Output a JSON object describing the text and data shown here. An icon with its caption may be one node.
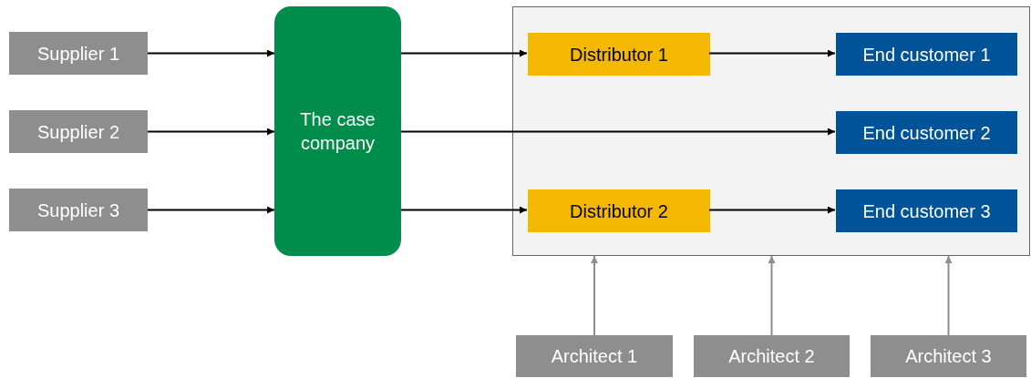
{
  "diagram": {
    "nodes": [
      {
        "text": [
          "Supplier 1"
        ]
      },
      {
        "text": [
          "Supplier 2"
        ]
      },
      {
        "text": [
          "Supplier 3"
        ]
      },
      {
        "text": [
          "The case company"
        ]
      },
      {
        "text": [],
        "shape": "box"
      },
      {
        "text": [
          "Distributor 1"
        ],
        "in": 4
      },
      {
        "text": [
          "End customer 1"
        ],
        "in": 4
      },
      {
        "text": [
          "End customer 2"
        ],
        "in": 4
      },
      {
        "text": [
          "Distributor 2"
        ],
        "in": 4
      },
      {
        "text": [
          "End customer 3"
        ],
        "in": 4
      },
      {
        "text": [
          "Architect 1"
        ]
      },
      {
        "text": [
          "Architect 2"
        ]
      },
      {
        "text": [
          "Architect 3"
        ]
      }
    ],
    "edges": [
      {
        "from": 0,
        "to": 3,
        "arrow": "to"
      },
      {
        "from": 1,
        "to": 3,
        "arrow": "to"
      },
      {
        "from": 2,
        "to": 3,
        "arrow": "to"
      },
      {
        "from": 3,
        "to": 5,
        "arrow": "to"
      },
      {
        "from": 3,
        "to": 7,
        "arrow": "to"
      },
      {
        "from": 3,
        "to": 8,
        "arrow": "to"
      },
      {
        "from": 5,
        "to": 6,
        "arrow": "to"
      },
      {
        "from": 8,
        "to": 9,
        "arrow": "to"
      },
      {
        "from": 10,
        "to": 4,
        "arrow": "to",
        "color": "#8e8e8e"
      },
      {
        "from": 11,
        "to": 4,
        "arrow": "to",
        "color": "#8e8e8e"
      },
      {
        "from": 12,
        "to": 4,
        "arrow": "to",
        "color": "#8e8e8e"
      }
    ]
  }
}
